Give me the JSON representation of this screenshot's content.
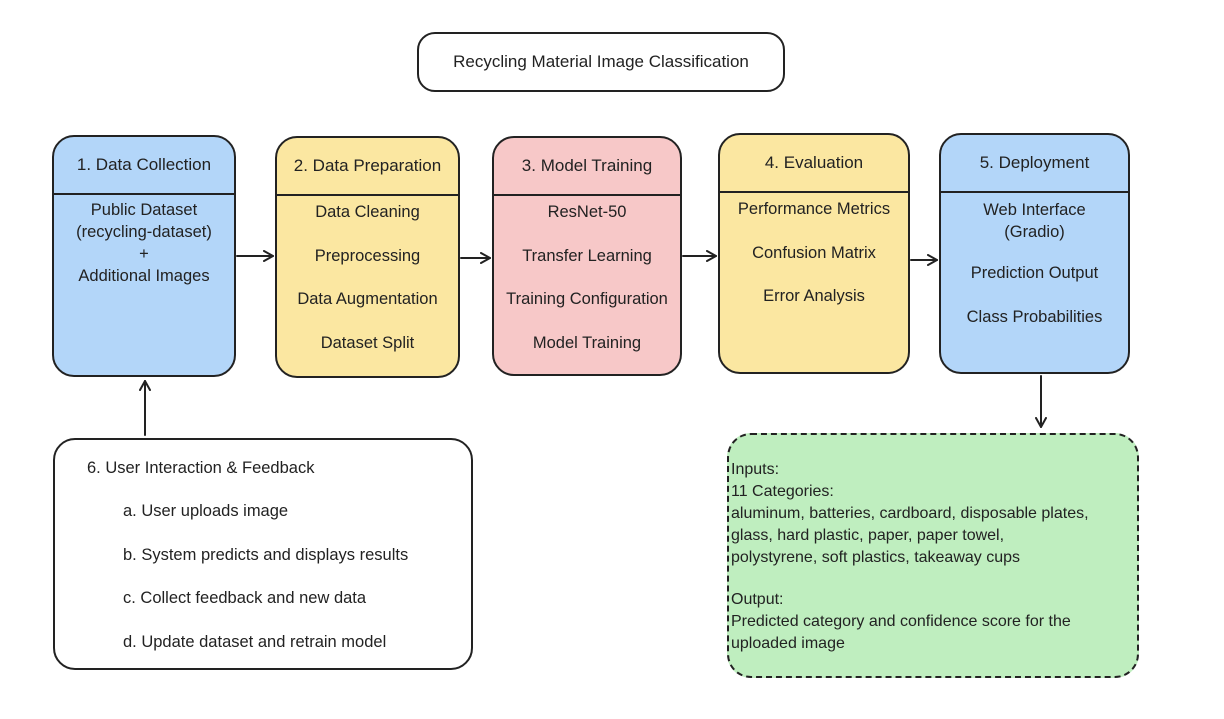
{
  "title": "Recycling Material Image Classification",
  "stages": [
    {
      "heading": "1. Data Collection",
      "color": "#b3d6f9",
      "items": [
        "Public Dataset\n(recycling-dataset)\n+\nAdditional Images"
      ]
    },
    {
      "heading": "2. Data Preparation",
      "color": "#fbe7a1",
      "items": [
        "Data Cleaning",
        "Preprocessing",
        "Data Augmentation",
        "Dataset Split"
      ]
    },
    {
      "heading": "3. Model Training",
      "color": "#f7c8c8",
      "items": [
        "ResNet-50",
        "Transfer Learning",
        "Training Configuration",
        "Model Training"
      ]
    },
    {
      "heading": "4. Evaluation",
      "color": "#fbe7a1",
      "items": [
        "Performance Metrics",
        "Confusion Matrix",
        "Error Analysis"
      ]
    },
    {
      "heading": "5. Deployment",
      "color": "#b3d6f9",
      "items": [
        "Web Interface\n(Gradio)",
        "Prediction Output",
        "Class Probabilities"
      ]
    }
  ],
  "feedback": {
    "title": "6. User Interaction & Feedback",
    "steps": [
      "a. User uploads image",
      "b. System predicts and displays results",
      "c. Collect feedback and new data",
      "d. Update dataset and retrain model"
    ]
  },
  "io": {
    "color": "#bfeebf",
    "inputs_label": "Inputs:",
    "categories_label": "11 Categories:",
    "categories_lines": [
      "aluminum, batteries, cardboard, disposable plates,",
      "glass, hard plastic, paper, paper towel,",
      "polystyrene, soft plastics, takeaway cups"
    ],
    "output_label": "Output:",
    "output_lines": [
      "Predicted category and confidence score for the",
      "uploaded image"
    ]
  }
}
